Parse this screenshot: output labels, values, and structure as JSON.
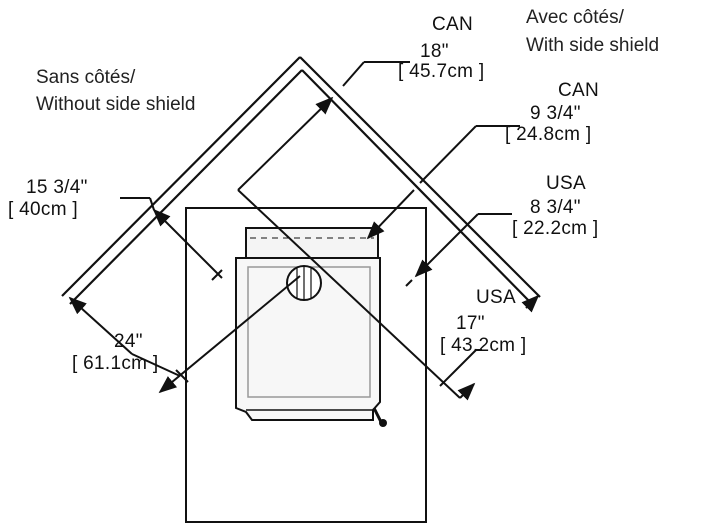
{
  "headings": {
    "without_side_shield": {
      "line1": "Sans côtés/",
      "line2": "Without side shield"
    },
    "with_side_shield": {
      "line1": "Avec côtés/",
      "line2": "With side shield"
    }
  },
  "dimensions": {
    "can_corner": {
      "region": "CAN",
      "imperial": "18\"",
      "metric": "[ 45.7cm ]"
    },
    "can_side": {
      "region": "CAN",
      "imperial": "9 3/4\"",
      "metric": "[ 24.8cm ]"
    },
    "usa_side": {
      "region": "USA",
      "imperial": "8 3/4\"",
      "metric": "[ 22.2cm ]"
    },
    "usa_corner": {
      "region": "USA",
      "imperial": "17\"",
      "metric": "[ 43.2cm ]"
    },
    "left_side": {
      "imperial": "15 3/4\"",
      "metric": "[ 40cm ]"
    },
    "left_corner": {
      "imperial": "24\"",
      "metric": "[ 61.1cm ]"
    }
  },
  "colors": {
    "stroke": "#111111",
    "appliance_fill": "#f4f4f4",
    "background": "#ffffff"
  }
}
